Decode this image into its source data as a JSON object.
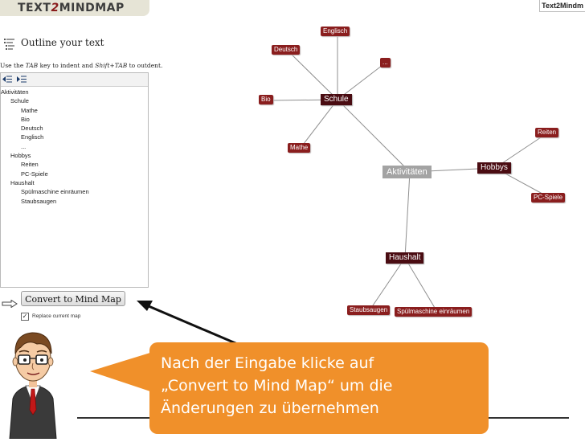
{
  "header": {
    "logo_left": "TEXT",
    "logo_two": "2",
    "logo_right": "MINDMAP",
    "brand_tab": "Text2Mindm"
  },
  "outline": {
    "title": "Outline your text",
    "hint_prefix": "Use the ",
    "hint_key1": "TAB",
    "hint_mid": " key to indent and ",
    "hint_key2": "Shift+TAB",
    "hint_suffix": " to outdent.",
    "lines": [
      {
        "level": 0,
        "text": "Aktivitäten"
      },
      {
        "level": 1,
        "text": "Schule"
      },
      {
        "level": 2,
        "text": "Mathe"
      },
      {
        "level": 2,
        "text": "Bio"
      },
      {
        "level": 2,
        "text": "Deutsch"
      },
      {
        "level": 2,
        "text": "Englisch"
      },
      {
        "level": 2,
        "text": "..."
      },
      {
        "level": 1,
        "text": "Hobbys"
      },
      {
        "level": 2,
        "text": "Reiten"
      },
      {
        "level": 2,
        "text": "PC-Spiele"
      },
      {
        "level": 1,
        "text": "Haushalt"
      },
      {
        "level": 2,
        "text": "Spülmaschine einräumen"
      },
      {
        "level": 2,
        "text": "Staubsaugen"
      }
    ]
  },
  "convert_button": "Convert to Mind Map",
  "replace_label": "Replace current map",
  "replace_checked": true,
  "mindmap": {
    "root": "Aktivitäten",
    "schule": "Schule",
    "hobbys": "Hobbys",
    "haushalt": "Haushalt",
    "englisch": "Englisch",
    "deutsch": "Deutsch",
    "dots": "...",
    "bio": "Bio",
    "mathe": "Mathe",
    "reiten": "Reiten",
    "pcspiele": "PC-Spiele",
    "staubsaugen": "Staubsaugen",
    "spuelmaschine": "Spülmaschine einräumen"
  },
  "annotation": {
    "line1": "Nach der Eingabe klicke auf",
    "line2": "„Convert to Mind Map“ um die",
    "line3": "Änderungen zu übernehmen"
  },
  "colors": {
    "node_dark": "#4a0c12",
    "node_light": "#8a1e1e",
    "root": "#a3a3a3",
    "callout": "#f0902a"
  }
}
